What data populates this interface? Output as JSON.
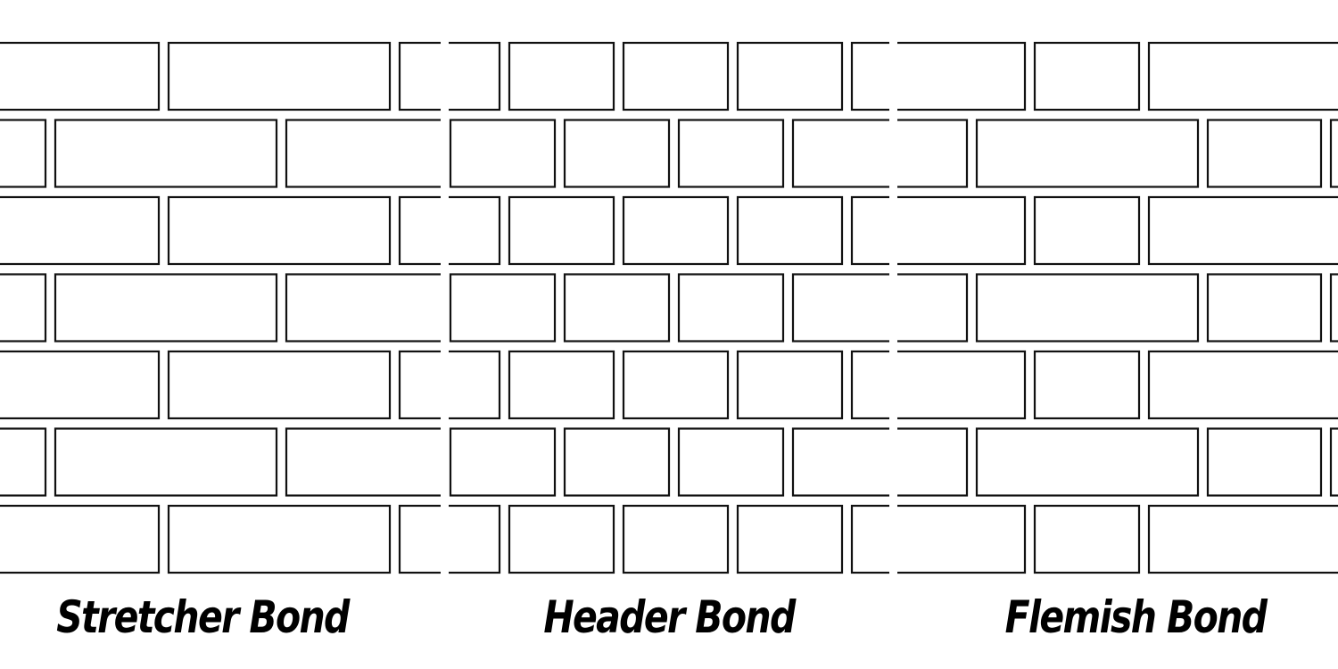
{
  "bonds": [
    {
      "name": "Stretcher Bond"
    },
    {
      "name": "Header Bond"
    },
    {
      "name": "Flemish Bond"
    }
  ],
  "colors": {
    "background": "#ffffff",
    "brick_outline": "#111111",
    "caption": "#000000"
  }
}
